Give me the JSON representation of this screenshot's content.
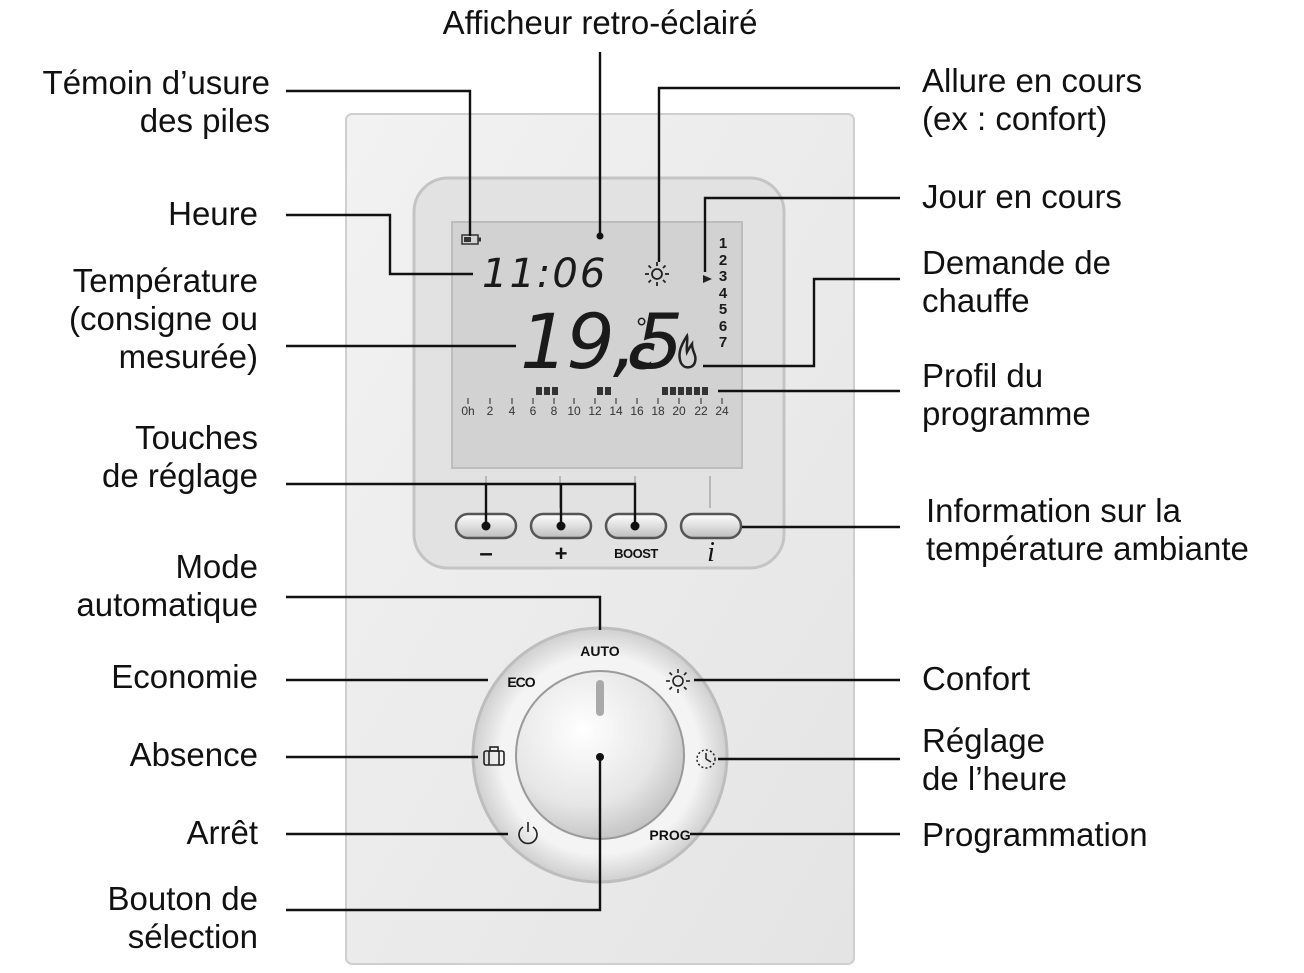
{
  "top_label": "Afficheur retro-éclairé",
  "labels_left": {
    "battery": [
      "Témoin d’usure",
      "des piles"
    ],
    "time": [
      "Heure"
    ],
    "temperature": [
      "Température",
      "(consigne ou",
      "mesurée)"
    ],
    "adjust_keys": [
      "Touches",
      "de réglage"
    ],
    "auto_mode": [
      "Mode",
      "automatique"
    ],
    "economy": [
      "Economie"
    ],
    "absence": [
      "Absence"
    ],
    "off": [
      "Arrêt"
    ],
    "selector": [
      "Bouton de",
      "sélection"
    ]
  },
  "labels_right": {
    "current_mode": [
      "Allure en cours",
      "(ex : confort)"
    ],
    "current_day": [
      "Jour en cours"
    ],
    "heat_demand": [
      "Demande de",
      "chauffe"
    ],
    "program_profile": [
      "Profil du",
      "programme"
    ],
    "ambient_info": [
      "Information sur la",
      "température ambiante"
    ],
    "comfort": [
      "Confort"
    ],
    "clock_setting": [
      "Réglage",
      "de l’heure"
    ],
    "programming": [
      "Programmation"
    ]
  },
  "display": {
    "time": "11:06",
    "temperature": "19,5",
    "degree": "°",
    "unit": "c",
    "days": [
      "1",
      "2",
      "3",
      "4",
      "5",
      "6",
      "7"
    ],
    "current_day_index": 2,
    "timeline_hours": [
      "0h",
      "2",
      "4",
      "6",
      "8",
      "10",
      "12",
      "14",
      "16",
      "18",
      "20",
      "22",
      "24"
    ]
  },
  "buttons": {
    "minus": "–",
    "plus": "+",
    "boost": "BOOST",
    "info": "i"
  },
  "dial": {
    "auto": "AUTO",
    "eco": "ECO",
    "prog": "PROG"
  },
  "colors": {
    "body": "#ebebeb",
    "screen": "#d4d4d4",
    "line": "#111111"
  }
}
